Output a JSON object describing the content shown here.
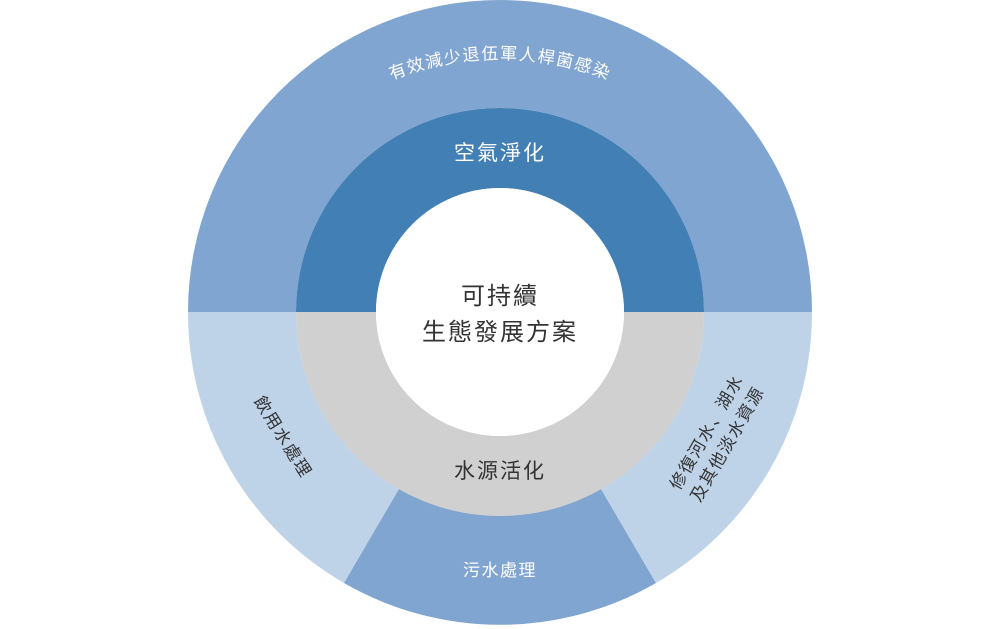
{
  "center": {
    "line1": "可持續",
    "line2": "生態發展方案"
  },
  "inner_ring": [
    {
      "label": "空氣淨化"
    },
    {
      "label": "水源活化"
    }
  ],
  "outer_ring": [
    {
      "label": "有效減少退伍軍人桿菌感染"
    },
    {
      "label": "飲用水處理"
    },
    {
      "label": "污水處理"
    },
    {
      "label_line1": "修復河水、湖水",
      "label_line2": "及其他淡水資源"
    }
  ],
  "colors": {
    "air_outer": "#80a5d0",
    "air_inner": "#427fb4",
    "water_outer_light": "#bfd3e8",
    "water_outer_mid": "#80a5d0",
    "water_inner": "#d0d0d0",
    "center": "#ffffff",
    "text_light": "#ffffff",
    "text_dark": "#333333"
  }
}
